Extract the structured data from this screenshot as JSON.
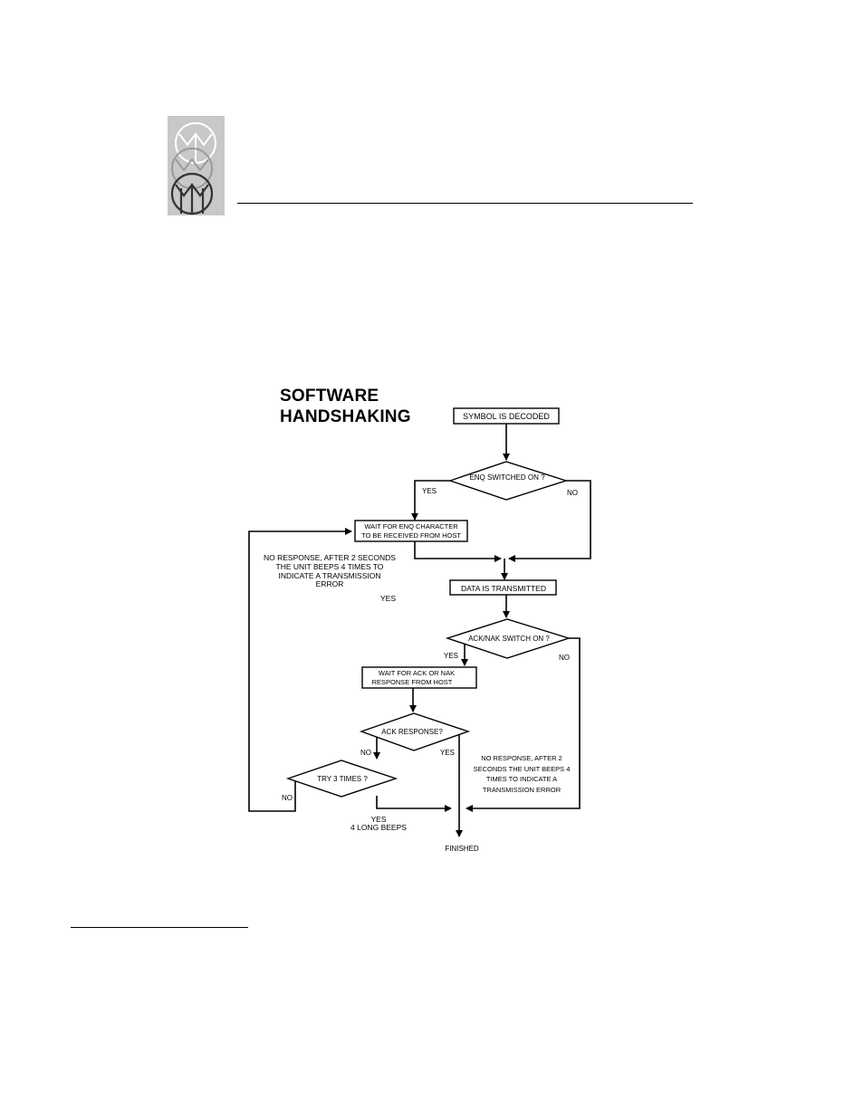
{
  "title": {
    "line1": "SOFTWARE",
    "line2": "HANDSHAKING"
  },
  "nodes": {
    "start": "SYMBOL IS DECODED",
    "enq_switch": "ENQ SWITCHED ON ?",
    "wait_enq_1": "WAIT FOR ENQ CHARACTER",
    "wait_enq_2": "TO BE RECEIVED FROM HOST",
    "data_transmitted": "DATA IS TRANSMITTED",
    "ack_switch": "ACK/NAK SWITCH ON ?",
    "wait_ack_1": "WAIT FOR ACK OR NAK",
    "wait_ack_2": "RESPONSE FROM HOST",
    "ack_response": "ACK RESPONSE?",
    "try_times": "TRY 3 TIMES ?",
    "finished": "FINISHED"
  },
  "labels": {
    "enq_yes": "YES",
    "enq_no": "NO",
    "ack_yes": "YES",
    "ack_no": "NO",
    "resp_no": "NO",
    "resp_yes": "YES",
    "try_no": "NO",
    "try_yes": "YES",
    "try_yes_beeps": "4 LONG BEEPS",
    "left_yes": "YES"
  },
  "notes": {
    "enq_error": [
      "NO RESPONSE, AFTER 2 SECONDS",
      "THE UNIT BEEPS 4 TIMES TO",
      "INDICATE A TRANSMISSION",
      "ERROR"
    ],
    "ack_error": [
      "NO RESPONSE, AFTER 2",
      "SECONDS THE UNIT BEEPS 4",
      "TIMES TO INDICATE A",
      "TRANSMISSION ERROR"
    ]
  }
}
